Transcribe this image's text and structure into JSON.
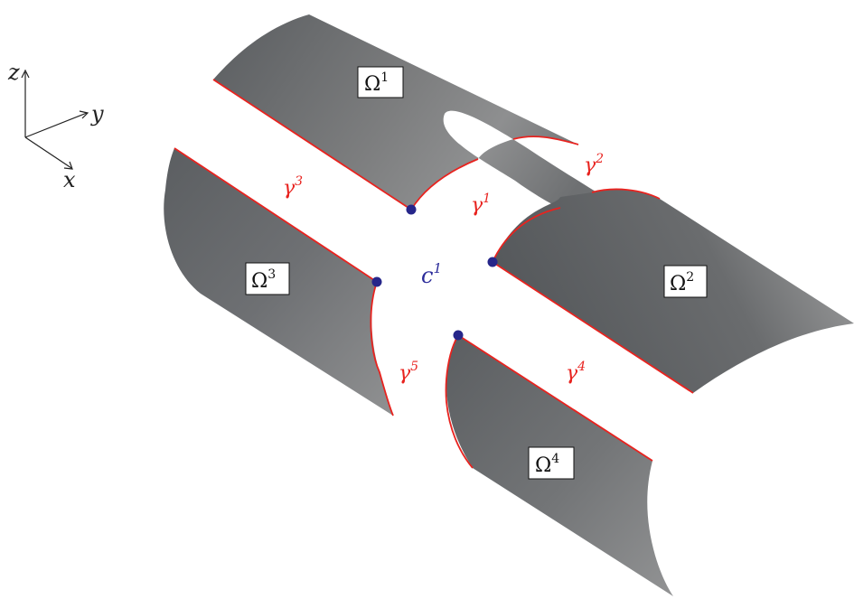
{
  "axes": {
    "z": "z",
    "y": "y",
    "x": "x"
  },
  "regions": [
    {
      "id": "omega1",
      "base": "Ω",
      "sup": "1"
    },
    {
      "id": "omega2",
      "base": "Ω",
      "sup": "2"
    },
    {
      "id": "omega3",
      "base": "Ω",
      "sup": "3"
    },
    {
      "id": "omega4",
      "base": "Ω",
      "sup": "4"
    }
  ],
  "curves": [
    {
      "id": "gamma1",
      "base": "γ",
      "sup": "1"
    },
    {
      "id": "gamma2",
      "base": "γ",
      "sup": "2"
    },
    {
      "id": "gamma3",
      "base": "γ",
      "sup": "3"
    },
    {
      "id": "gamma4",
      "base": "γ",
      "sup": "4"
    },
    {
      "id": "gamma5",
      "base": "γ",
      "sup": "5"
    }
  ],
  "corner": {
    "base": "c",
    "sup": "1"
  },
  "colors": {
    "surface_dark": "#55585b",
    "surface_light": "#8a8b8c",
    "curve": "#e8231f",
    "point": "#26268a",
    "corner_label": "#2b2b9a"
  }
}
